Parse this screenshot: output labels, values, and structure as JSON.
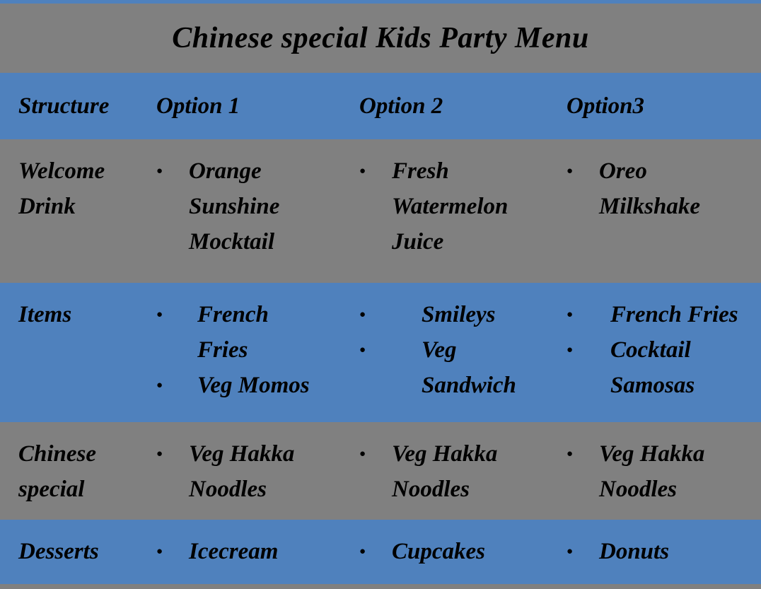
{
  "title": "Chinese special Kids Party Menu",
  "icons": {
    "bullet": "●"
  },
  "colors": {
    "accent_blue": "#4f81bd",
    "row_gray": "#808080",
    "text_black": "#000000"
  },
  "table": {
    "headers": [
      {
        "id": "structure",
        "label": "Structure"
      },
      {
        "id": "option1",
        "label": "Option 1"
      },
      {
        "id": "option2",
        "label": "Option 2"
      },
      {
        "id": "option3",
        "label": "Option3"
      }
    ],
    "rows": [
      {
        "slug": "welcome-drink",
        "structure": "Welcome\nDrink",
        "option1": [
          "Orange\nSunshine\nMocktail"
        ],
        "option2": [
          "Fresh\nWatermelon\nJuice"
        ],
        "option3": [
          "Oreo\nMilkshake"
        ]
      },
      {
        "slug": "items",
        "structure": "Items",
        "option1": [
          "French\nFries",
          "Veg Momos"
        ],
        "option2": [
          "Smileys",
          "Veg\nSandwich"
        ],
        "option3": [
          "French Fries",
          "Cocktail\nSamosas"
        ]
      },
      {
        "slug": "chinese-special",
        "structure": "Chinese\nspecial",
        "option1": [
          "Veg Hakka\nNoodles"
        ],
        "option2": [
          "Veg Hakka\nNoodles"
        ],
        "option3": [
          "Veg Hakka\nNoodles"
        ]
      },
      {
        "slug": "desserts",
        "structure": "Desserts",
        "option1": [
          "Icecream"
        ],
        "option2": [
          "Cupcakes"
        ],
        "option3": [
          "Donuts"
        ]
      }
    ]
  }
}
